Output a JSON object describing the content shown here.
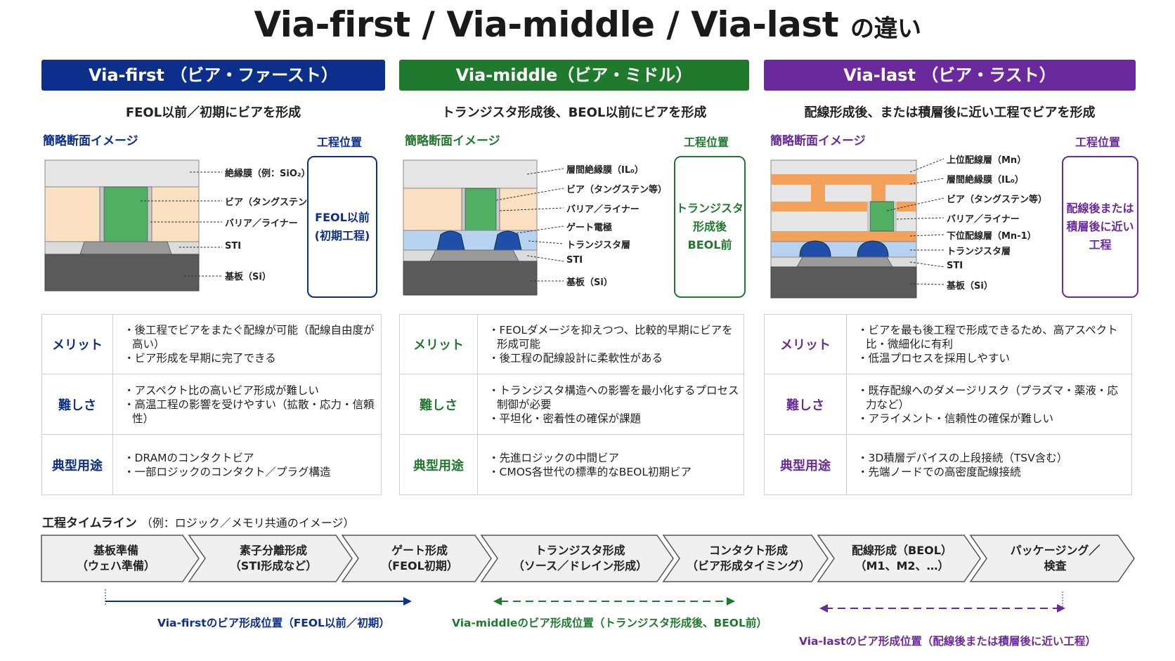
{
  "title": {
    "main": "Via-first / Via-middle / Via-last",
    "suffix": "の違い"
  },
  "labels": {
    "section_image": "簡略断面イメージ",
    "process_position": "工程位置"
  },
  "colors": {
    "first": "#0b2f8a",
    "middle": "#1f7a2e",
    "last": "#6a2a9e"
  },
  "columns": [
    {
      "key": "first",
      "header": "Via-first （ビア・ファースト）",
      "description": "FEOL以前／初期にビアを形成",
      "position": [
        "FEOL以前",
        "(初期工程)"
      ],
      "layers": [
        "絶縁膜（例：SiO₂）",
        "ビア（タングステン等）",
        "バリア／ライナー",
        "STI",
        "基板（Si）"
      ],
      "rows": [
        {
          "head": "メリット",
          "items": [
            "・後工程でビアをまたぐ配線が可能（配線自由度が高い）",
            "・ビア形成を早期に完了できる"
          ]
        },
        {
          "head": "難しさ",
          "items": [
            "・アスペクト比の高いビア形成が難しい",
            "・高温工程の影響を受けやすい（拡散・応力・信頼性）"
          ]
        },
        {
          "head": "典型用途",
          "items": [
            "・DRAMのコンタクトビア",
            "・一部ロジックのコンタクト／プラグ構造"
          ]
        }
      ]
    },
    {
      "key": "middle",
      "header": "Via-middle（ビア・ミドル）",
      "description": "トランジスタ形成後、BEOL以前にビアを形成",
      "position": [
        "トランジスタ",
        "形成後",
        "BEOL前"
      ],
      "layers": [
        "層間絶縁膜（IL₀）",
        "ビア（タングステン等）",
        "バリア／ライナー",
        "ゲート電極",
        "トランジスタ層",
        "STI",
        "基板（Si）"
      ],
      "rows": [
        {
          "head": "メリット",
          "items": [
            "・FEOLダメージを抑えつつ、比較的早期にビアを形成可能",
            "・後工程の配線設計に柔軟性がある"
          ]
        },
        {
          "head": "難しさ",
          "items": [
            "・トランジスタ構造への影響を最小化するプロセス制御が必要",
            "・平坦化・密着性の確保が課題"
          ]
        },
        {
          "head": "典型用途",
          "items": [
            "・先進ロジックの中間ビア",
            "・CMOS各世代の標準的なBEOL初期ビア"
          ]
        }
      ]
    },
    {
      "key": "last",
      "header": "Via-last （ビア・ラスト）",
      "description": "配線形成後、または積層後に近い工程でビアを形成",
      "position": [
        "配線後または",
        "積層後に近い",
        "工程"
      ],
      "layers": [
        "上位配線層（Mn）",
        "層間絶縁膜（IL₀）",
        "ビア（タングステン等）",
        "バリア／ライナー",
        "下位配線層（Mn-1）",
        "トランジスタ層",
        "STI",
        "基板（Si）"
      ],
      "rows": [
        {
          "head": "メリット",
          "items": [
            "・ビアを最も後工程で形成できるため、高アスペクト比・微細化に有利",
            "・低温プロセスを採用しやすい"
          ]
        },
        {
          "head": "難しさ",
          "items": [
            "・既存配線へのダメージリスク（プラズマ・薬液・応力など）",
            "・アライメント・信頼性の確保が難しい"
          ]
        },
        {
          "head": "典型用途",
          "items": [
            "・3D積層デバイスの上段接続（TSV含む）",
            "・先端ノードでの高密度配線接続"
          ]
        }
      ]
    }
  ],
  "timeline": {
    "heading": "工程タイムライン",
    "subheading": "（例：ロジック／メモリ共通のイメージ）",
    "steps": [
      {
        "line1": "基板準備",
        "line2": "（ウェハ準備）"
      },
      {
        "line1": "素子分離形成",
        "line2": "（STI形成など）"
      },
      {
        "line1": "ゲート形成",
        "line2": "（FEOL初期）"
      },
      {
        "line1": "トランジスタ形成",
        "line2": "（ソース／ドレイン形成）"
      },
      {
        "line1": "コンタクト形成",
        "line2": "（ビア形成タイミング）"
      },
      {
        "line1": "配線形成（BEOL）",
        "line2": "（M1、M2、…）"
      },
      {
        "line1": "パッケージング／",
        "line2": "検査"
      }
    ],
    "ranges": {
      "first": "Via-firstのビア形成位置（FEOL以前／初期）",
      "middle": "Via-middleのビア形成位置（トランジスタ形成後、BEOL前）",
      "last": "Via-lastのビア形成位置（配線後または積層後に近い工程）"
    }
  }
}
